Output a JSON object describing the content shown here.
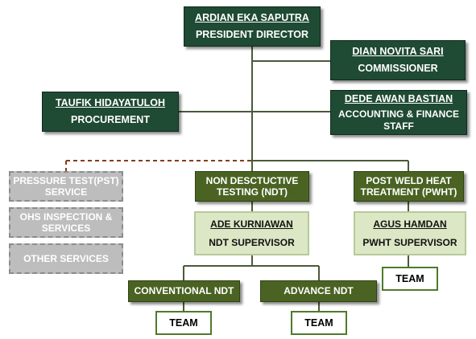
{
  "president": {
    "name": "ARDIAN EKA SAPUTRA",
    "role": "PRESIDENT DIRECTOR"
  },
  "commissioner": {
    "name": "DIAN NOVITA SARI",
    "role": "COMMISSIONER"
  },
  "procurement": {
    "name": "TAUFIK HIDAYATULOH",
    "role": "PROCUREMENT"
  },
  "accounting": {
    "name": "DEDE AWAN BASTIAN",
    "role": "ACCOUNTING & FINANCE STAFF"
  },
  "ndt": {
    "label": "NON DESCTUCTIVE TESTING (NDT)"
  },
  "pwht": {
    "label": "POST WELD HEAT TREATMENT (PWHT)"
  },
  "ndt_supervisor": {
    "name": "ADE KURNIAWAN",
    "role": "NDT SUPERVISOR"
  },
  "pwht_supervisor": {
    "name": "AGUS HAMDAN",
    "role": "PWHT SUPERVISOR"
  },
  "conventional_ndt": {
    "label": "CONVENTIONAL NDT"
  },
  "advance_ndt": {
    "label": "ADVANCE NDT"
  },
  "team_label": "TEAM",
  "other_units": [
    {
      "label": "PRESSURE TEST(PST) SERVICE"
    },
    {
      "label": "OHS INSPECTION & SERVICES"
    },
    {
      "label": "OTHER SERVICES"
    }
  ],
  "colors": {
    "dark_green": "#1f4a34",
    "olive": "#4a6322",
    "light_green": "#dce7c5",
    "team_border": "#4f7a2c",
    "gray": "#bdbdbd",
    "dashed_connector": "#8b3a1a"
  }
}
